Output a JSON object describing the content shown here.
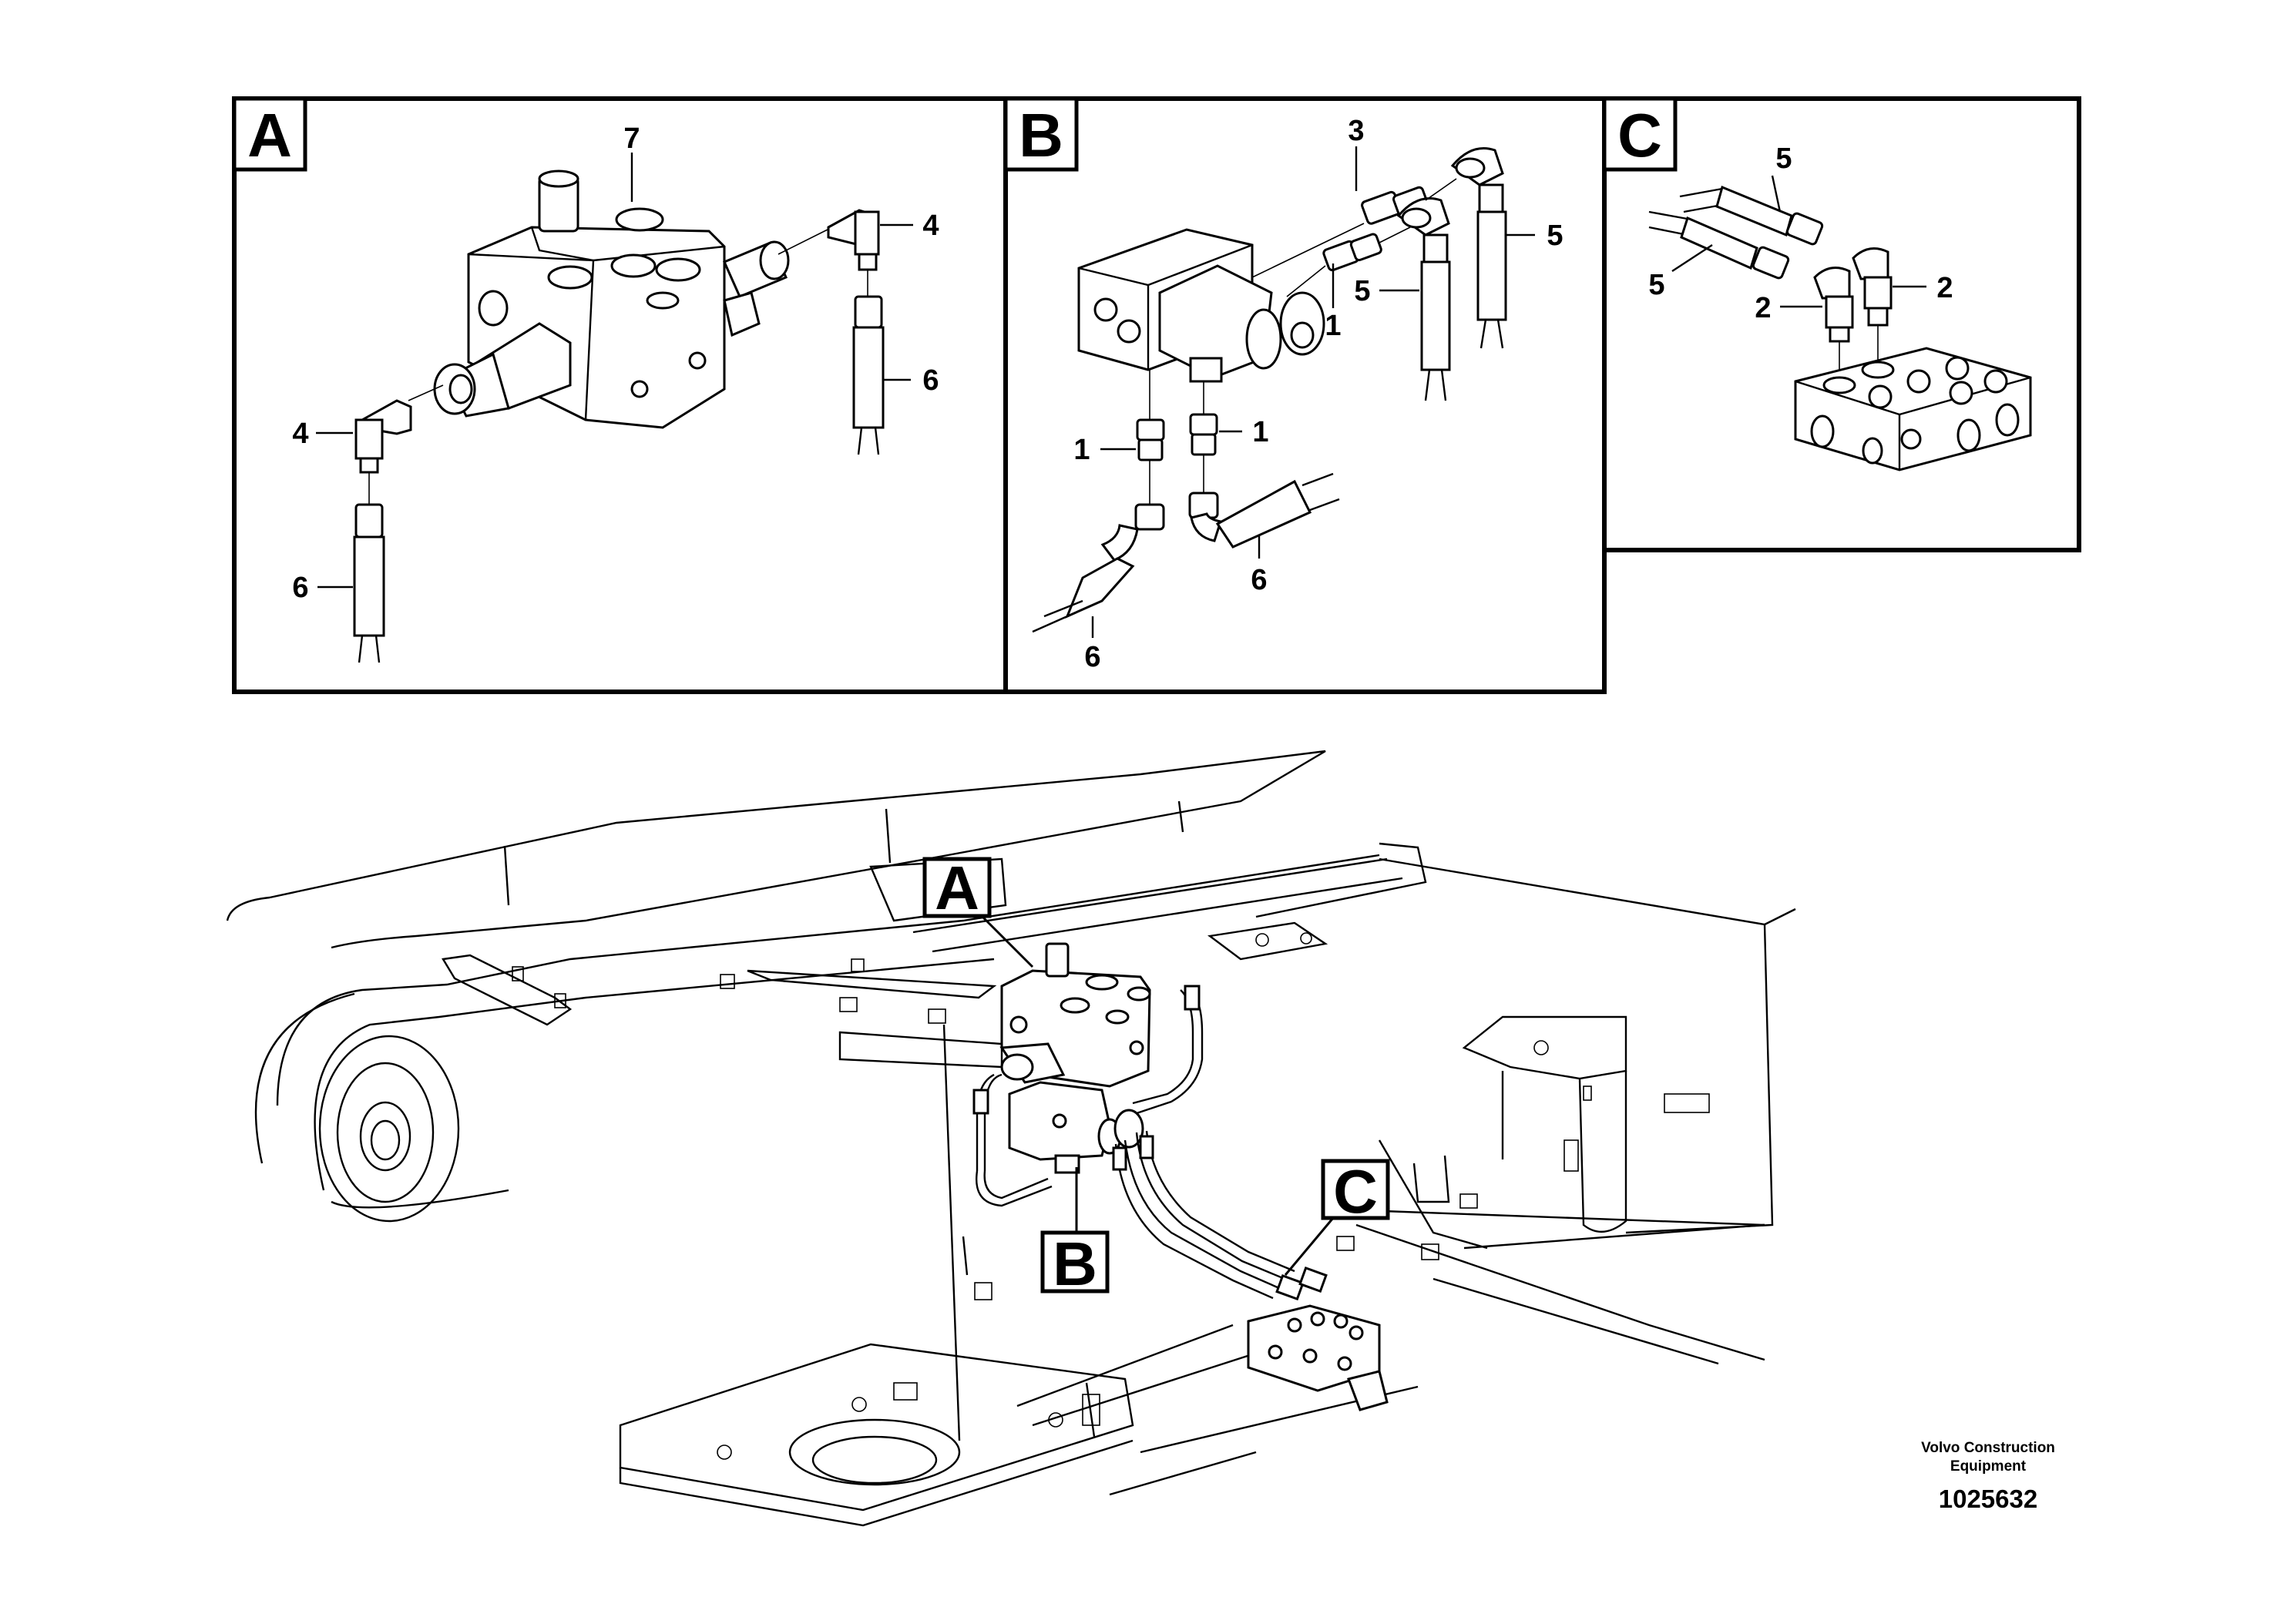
{
  "panels": [
    {
      "letter": "A",
      "callouts": [
        "7",
        "4",
        "4",
        "6",
        "6"
      ]
    },
    {
      "letter": "B",
      "callouts": [
        "3",
        "5",
        "5",
        "1",
        "1",
        "1",
        "6",
        "6"
      ]
    },
    {
      "letter": "C",
      "callouts": [
        "5",
        "5",
        "2",
        "2"
      ]
    }
  ],
  "overview": {
    "pointers": [
      "A",
      "B",
      "C"
    ]
  },
  "footer": {
    "company_line1": "Volvo Construction",
    "company_line2": "Equipment",
    "figure_number": "1025632"
  }
}
